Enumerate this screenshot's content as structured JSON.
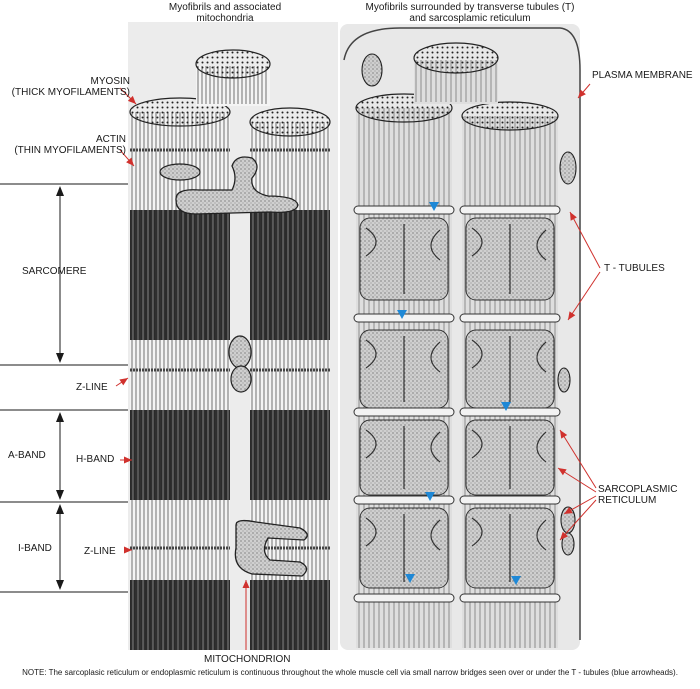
{
  "headings": {
    "left": [
      "Myofibrils and associated",
      "mitochondria"
    ],
    "right": [
      "Myofibrils surrounded by transverse tubules (T)",
      "and sarcosplamic reticulum"
    ]
  },
  "labels": {
    "myosin": [
      "MYOSIN",
      "(THICK MYOFILAMENTS)"
    ],
    "actin": [
      "ACTIN",
      "(THIN MYOFILAMENTS)"
    ],
    "sarcomere": "SARCOMERE",
    "z_line_1": "Z-LINE",
    "a_band": "A-BAND",
    "h_band": "H-BAND",
    "i_band": "I-BAND",
    "z_line_2": "Z-LINE",
    "mitochondrion": "MITOCHONDRION",
    "plasma_membrane": "PLASMA  MEMBRANE",
    "t_tubules": "T - TUBULES",
    "sarcoplasmic_reticulum": [
      "SARCOPLASMIC",
      "RETICULUM"
    ]
  },
  "note": "NOTE: The sarcoplasic reticulum or endoplasmic reticulum is continuous throughout the whole muscle cell via small narrow bridges seen over  or under the T - tubules (blue arrowheads).",
  "colors": {
    "arrow_red": "#d0312d",
    "arrowhead_blue": "#1e88d6",
    "ink": "#1a1a1a",
    "panel_bg": "#e9e9e9"
  }
}
